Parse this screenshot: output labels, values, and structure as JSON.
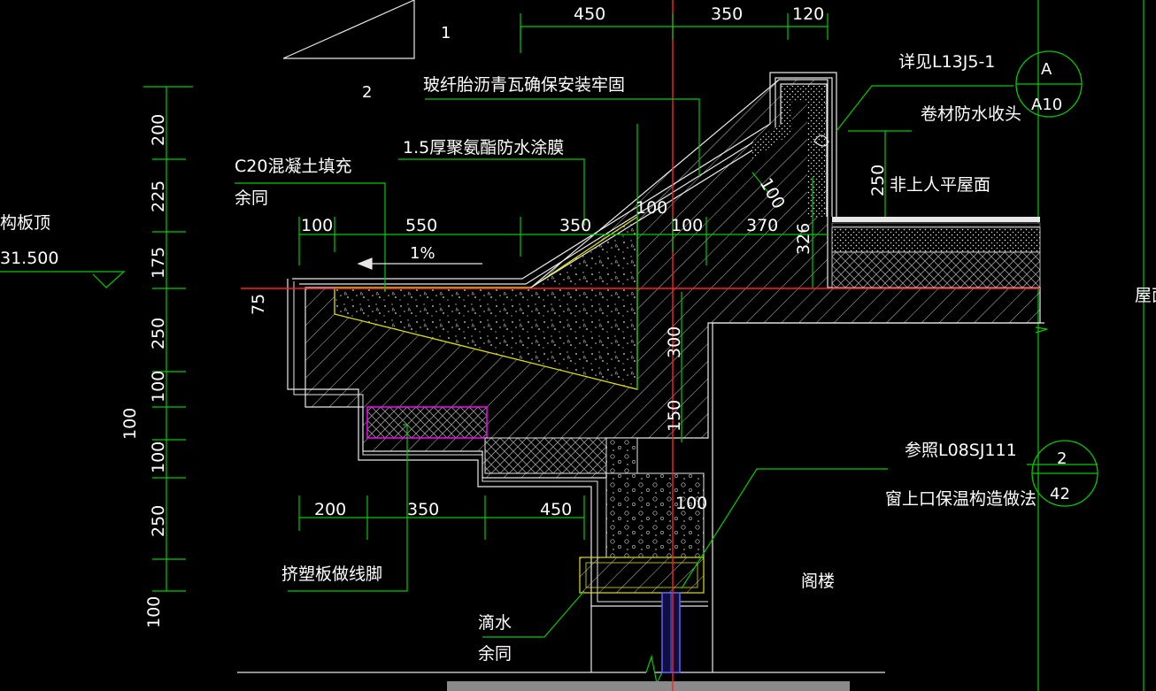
{
  "colors": {
    "background": "#000000",
    "text": "#ffffff",
    "leader": "#00cc00",
    "section_cut": "#ff2020",
    "insulation_outline": "#ff00ff",
    "outline_yellow": "#e0e000",
    "hatch": "#cccccc"
  },
  "labels": {
    "fiberglass_shingle": "玻纤胎沥青瓦确保安装牢固",
    "pu_coating": "1.5厚聚氨酯防水涂膜",
    "c20_fill": "C20混凝土填充",
    "c20_fill_same": "余同",
    "struct_top": "构板顶",
    "struct_elev": "31.500",
    "see_l13": "详见L13J5-1",
    "membrane_end": "卷材防水收头",
    "non_access_roof": "非上人平屋面",
    "ref_l08": "参照L08SJ111",
    "window_insulation": "窗上口保温构造做法",
    "xps_skirting": "挤塑板做线脚",
    "drip": "滴水",
    "drip_same": "余同",
    "attic": "阁楼",
    "roof_edge": "屋面",
    "slope": "1%",
    "marker_1": "1",
    "marker_2": "2"
  },
  "detail_refs": [
    {
      "top": "A",
      "bottom": "A10"
    },
    {
      "top": "2",
      "bottom": "42"
    }
  ],
  "dimensions": {
    "top_row": [
      "450",
      "350",
      "120"
    ],
    "mid_row": [
      "100",
      "550",
      "350",
      "100",
      "100",
      "370"
    ],
    "left_column": [
      "200",
      "225",
      "175",
      "75",
      "250",
      "100",
      "100",
      "250",
      "100"
    ],
    "left_overall": "100",
    "bottom_row": [
      "200",
      "350",
      "450"
    ],
    "inner": [
      "300",
      "150",
      "100",
      "250",
      "326",
      "100"
    ]
  }
}
